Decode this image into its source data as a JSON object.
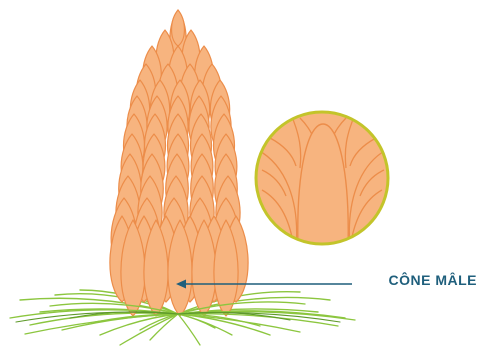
{
  "diagram": {
    "label": "CÔNE MÂLE",
    "colors": {
      "scale_fill": "#f7b47f",
      "scale_stroke": "#ec8d4a",
      "needle": "#8cc63f",
      "needle_dark": "#5e9a2a",
      "inset_ring": "#c3c42a",
      "arrow_label": "#1f5f7c"
    },
    "parts": [
      "pine-needles",
      "male-cone",
      "magnified-inset",
      "pointer-arrow"
    ]
  }
}
